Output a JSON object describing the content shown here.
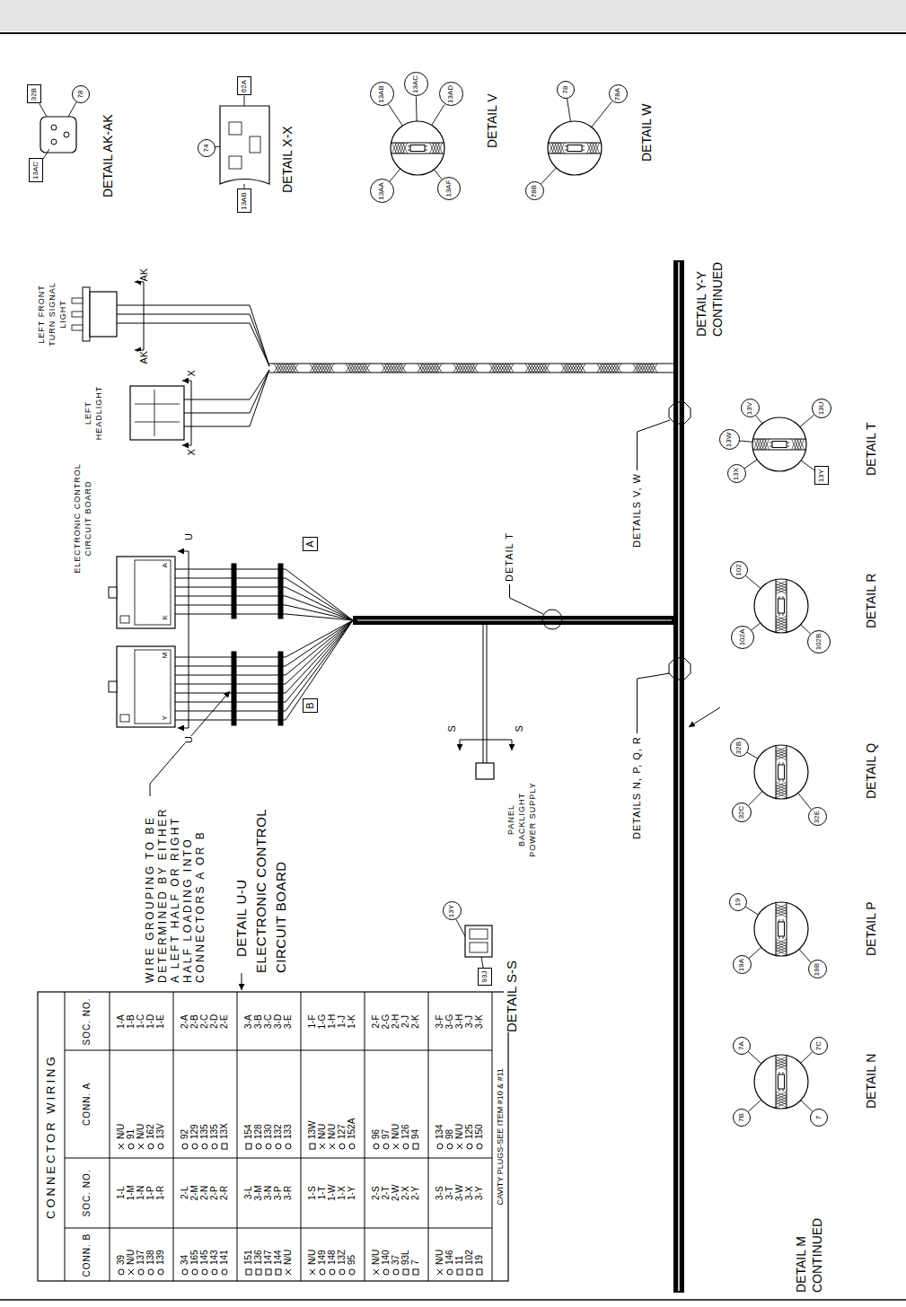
{
  "diagram": {
    "nodes": [
      {
        "text": [
          "13AC"
        ]
      },
      {
        "text": [
          "32B"
        ]
      },
      {
        "text": [
          "78"
        ]
      },
      {
        "text": [
          "74"
        ]
      },
      {
        "text": [
          "62A"
        ]
      },
      {
        "text": [
          "13AB"
        ]
      },
      {
        "text": [
          "13AB"
        ]
      },
      {
        "text": [
          "13AC"
        ]
      },
      {
        "text": [
          "13AD"
        ]
      },
      {
        "text": [
          "13AA"
        ]
      },
      {
        "text": [
          "13AF"
        ]
      },
      {
        "text": [
          "78"
        ]
      },
      {
        "text": [
          "78A"
        ]
      },
      {
        "text": [
          "78B"
        ]
      },
      {
        "text": [
          "A"
        ]
      },
      {
        "text": [
          "B"
        ]
      },
      {
        "text": [
          "13Y"
        ]
      },
      {
        "text": [
          "93J"
        ]
      },
      {
        "text": [
          "13V"
        ]
      },
      {
        "text": [
          "13U"
        ]
      },
      {
        "text": [
          "13W"
        ]
      },
      {
        "text": [
          "13X"
        ]
      },
      {
        "text": [
          "13Y"
        ]
      },
      {
        "text": [
          "102"
        ]
      },
      {
        "text": [
          "102A"
        ]
      },
      {
        "text": [
          "102B"
        ]
      },
      {
        "text": [
          "32B"
        ]
      },
      {
        "text": [
          "32C"
        ]
      },
      {
        "text": [
          "32E"
        ]
      },
      {
        "text": [
          "19"
        ]
      },
      {
        "text": [
          "19A"
        ]
      },
      {
        "text": [
          "19B"
        ]
      },
      {
        "text": [
          "7A"
        ]
      },
      {
        "text": [
          "7B"
        ]
      },
      {
        "text": [
          "7"
        ]
      },
      {
        "text": [
          "7C"
        ]
      }
    ],
    "labels": [
      "CONNECTOR WIRING",
      "CONN. B",
      "SOC. NO.",
      "CONN. A",
      "SOC. NO.",
      "39",
      "1-L",
      "N/U",
      "1-A",
      "N/U",
      "1-M",
      "91",
      "1-B",
      "137",
      "1-N",
      "N/U",
      "1-C",
      "138",
      "1-P",
      "162",
      "1-D",
      "139",
      "1-R",
      "13V",
      "1-E",
      "34",
      "2-L",
      "92",
      "2-A",
      "165",
      "2-M",
      "129",
      "2-B",
      "145",
      "2-N",
      "135",
      "2-C",
      "143",
      "2-P",
      "135",
      "2-D",
      "141",
      "2-R",
      "13X",
      "2-E",
      "151",
      "3-L",
      "154",
      "3-A",
      "136",
      "3-M",
      "128",
      "3-B",
      "147",
      "3-N",
      "130",
      "3-C",
      "144",
      "3-P",
      "132",
      "3-D",
      "N/U",
      "3-R",
      "133",
      "3-E",
      "N/U",
      "1-S",
      "13W",
      "1-F",
      "149",
      "1-T",
      "N/U",
      "1-G",
      "148",
      "1-W",
      "N/U",
      "1-H",
      "13Z",
      "1-X",
      "127",
      "1-J",
      "95",
      "1-Y",
      "152A",
      "1-K",
      "N/U",
      "2-S",
      "96",
      "2-F",
      "140",
      "2-T",
      "97",
      "2-G",
      "37",
      "2-W",
      "N/U",
      "2-H",
      "93L",
      "2-X",
      "126",
      "2-J",
      "7",
      "2-Y",
      "94",
      "2-K",
      "N/U",
      "3-S",
      "134",
      "3-F",
      "146",
      "3-T",
      "98",
      "3-G",
      "11",
      "3-W",
      "N/U",
      "3-H",
      "102",
      "3-X",
      "125",
      "3-J",
      "19",
      "3-Y",
      "150",
      "3-K",
      "CAVITY PLUGS-SEE ITEM #10 & #11",
      "WIRE GROUPING TO BE DETERMINED BY EITHER A LEFT HALF OR RIGHT HALF LOADING INTO CONNECTORS A OR B",
      "DETAIL U-U ELECTRONIC CONTROL CIRCUIT BOARD",
      "DETAIL S-S",
      "PANEL BACKLIGHT POWER SUPPLY",
      "S",
      "S",
      "ELECTRONIC CONTROL CIRCUIT BOARD",
      "U",
      "U",
      "A",
      "K",
      "M",
      "Y",
      "LEFT HEADLIGHT",
      "X",
      "X",
      "LEFT FRONT TURN SIGNAL LIGHT",
      "AK",
      "AK",
      "DETAIL AK-AK",
      "DETAIL X-X",
      "DETAIL V",
      "DETAIL W",
      "DETAILS V, W",
      "DETAIL T",
      "DETAILS N, P, Q, R",
      "DETAIL Y-Y CONTINUED",
      "DETAIL M CONTINUED",
      "DETAIL T",
      "DETAIL R",
      "DETAIL Q",
      "DETAIL P",
      "DETAIL N"
    ]
  }
}
